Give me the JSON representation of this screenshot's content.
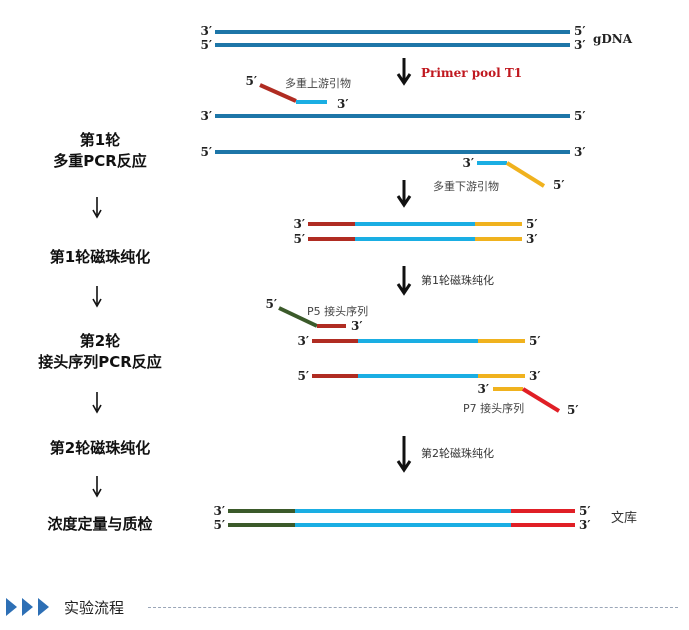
{
  "steps": [
    {
      "line1": "第1轮",
      "line2": "多重PCR反应"
    },
    {
      "line1": "第1轮磁珠纯化",
      "line2": ""
    },
    {
      "line1": "第2轮",
      "line2": "接头序列PCR反应"
    },
    {
      "line1": "第2轮磁珠纯化",
      "line2": ""
    },
    {
      "line1": "浓度定量与质检",
      "line2": ""
    }
  ],
  "labels": {
    "gdna": "gDNA",
    "primer_pool": "Primer pool T1",
    "forward_primers": "多重上游引物",
    "reverse_primers": "多重下游引物",
    "bead1": "第1轮磁珠纯化",
    "p5": "P5 接头序列",
    "p7": "P7 接头序列",
    "bead2": "第2轮磁珠纯化",
    "library": "文库",
    "end3": "3′",
    "end5": "5′"
  },
  "footer": {
    "title": "实验流程"
  },
  "colors": {
    "gdna_strand": "#1d76a8",
    "target_strand": "#1aaee3",
    "forward_tag": "#b02c22",
    "reverse_tag": "#f0b21e",
    "p5_adapter": "#3b5a2a",
    "p7_adapter": "#e01f26",
    "primer_pool_text": "#c0181f",
    "footer_chevron": "#2d6fb5"
  }
}
